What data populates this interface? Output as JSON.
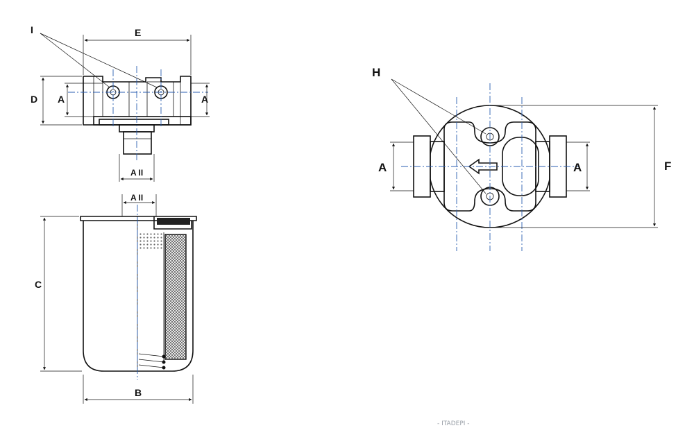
{
  "labels": {
    "I": "I",
    "E": "E",
    "D": "D",
    "A_left": "A",
    "A_right": "A",
    "A11_top": "A II",
    "A11_body": "A II",
    "C": "C",
    "B": "B",
    "H": "H",
    "A_side_left": "A",
    "A_side_right": "A",
    "F": "F"
  },
  "watermark": "- ITADEPI -",
  "colors": {
    "line": "#111111",
    "centerline": "#2a5db0",
    "mesh": "#555555"
  }
}
